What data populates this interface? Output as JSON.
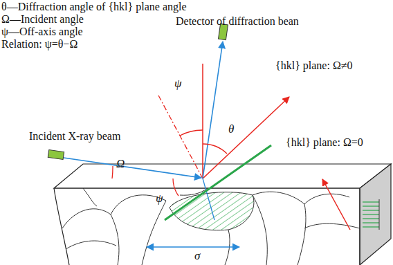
{
  "diagram": {
    "labels": [
      "θ—Diffraction angle of {hkl} plane angle",
      "Ω—Incident angle",
      "ψ—Off-axis angle",
      "Relation: ψ=θ−Ω",
      "Detector of diffraction bean",
      "{hkl} plane: Ω≠0",
      "{hkl} plane: Ω=0",
      "Incident X-ray beam",
      "ψ",
      "θ",
      "Ω",
      "ψ",
      "σ"
    ]
  }
}
